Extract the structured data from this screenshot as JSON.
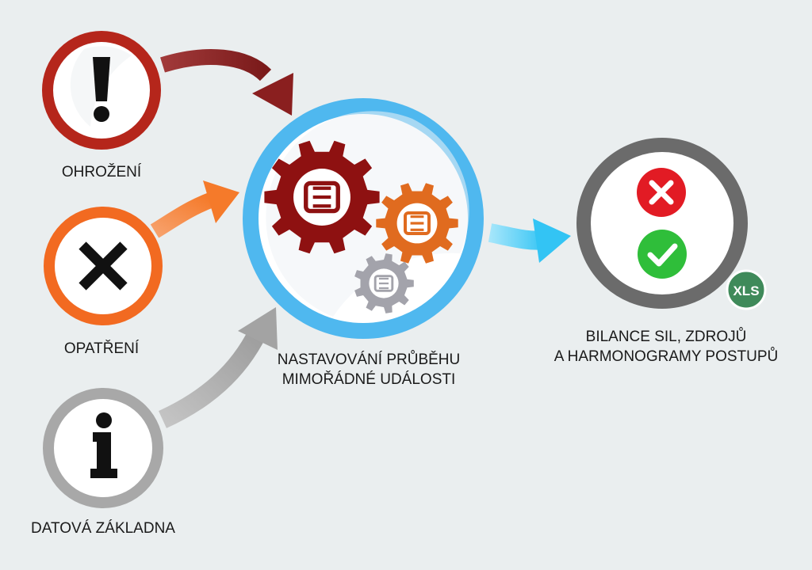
{
  "nodes": {
    "threat": {
      "label": "OHROŽENÍ",
      "icon": "exclamation-icon",
      "color": "#b5261b"
    },
    "measures": {
      "label": "OPATŘENÍ",
      "icon": "x-mark-icon",
      "color": "#f26a21"
    },
    "database": {
      "label": "DATOVÁ ZÁKLADNA",
      "icon": "info-icon",
      "color": "#a8a8a8"
    },
    "process": {
      "label_line1": "NASTAVOVÁNÍ PRŮBĚHU",
      "label_line2": "MIMOŘÁDNÉ UDÁLOSTI",
      "icon": "gears-icon",
      "color": "#4fb8ef",
      "gear_colors": [
        "#8e1111",
        "#e06b1f",
        "#a3a3ab"
      ]
    },
    "output": {
      "label_line1": "BILANCE SIL, ZDROJŮ",
      "label_line2": "A HARMONOGRAMY POSTUPŮ",
      "icon": "reject-accept-icon",
      "color": "#6b6b6b",
      "badge": "XLS",
      "badge_color": "#3f8a5a",
      "reject_color": "#e21b24",
      "accept_color": "#2fbe3a"
    }
  }
}
